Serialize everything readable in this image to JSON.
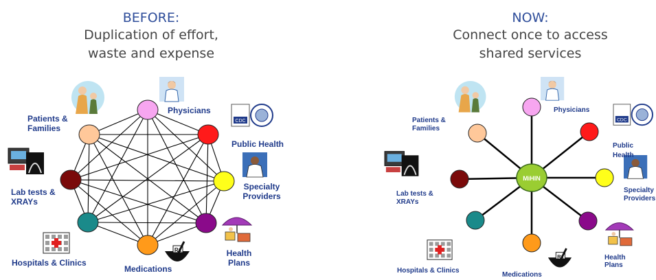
{
  "panels": [
    {
      "id": "before",
      "heading": "BEFORE:",
      "subtitle_lines": [
        "Duplication of effort,",
        "waste and expense"
      ],
      "topology": "full-mesh"
    },
    {
      "id": "now",
      "heading": "NOW:",
      "subtitle_lines": [
        "Connect once to access",
        "shared services"
      ],
      "topology": "hub",
      "hub_label": "MiHIN"
    }
  ],
  "stakeholders": [
    {
      "key": "physicians",
      "label": "Physicians",
      "color": "#f7a6f0",
      "icon": "doctor-icon"
    },
    {
      "key": "public-health",
      "label": "Public Health",
      "color": "#ff1a1a",
      "icon": "cdc-hhs-logo-icon"
    },
    {
      "key": "specialty-providers",
      "label": "Specialty Providers",
      "color": "#ffff1a",
      "icon": "specialist-icon"
    },
    {
      "key": "health-plans",
      "label": "Health Plans",
      "color": "#8a0a8a",
      "icon": "umbrella-icon"
    },
    {
      "key": "medications",
      "label": "Medications",
      "color": "#ff9a1a",
      "icon": "rx-mortar-icon"
    },
    {
      "key": "hospitals-clinics",
      "label": "Hospitals & Clinics",
      "color": "#1a8a8a",
      "icon": "hospital-building-icon"
    },
    {
      "key": "lab-tests-xrays",
      "label": "Lab tests & XRAYs",
      "color": "#7a0a0a",
      "icon": "xray-lab-icon"
    },
    {
      "key": "patients-families",
      "label": "Patients & Families",
      "color": "#ffc89a",
      "icon": "patients-family-icon"
    }
  ],
  "colors": {
    "heading": "#2e4d9a",
    "subtitle": "#444444",
    "labels": "#1f3a8a",
    "hub": "#9acd32",
    "lines": "#000000"
  }
}
